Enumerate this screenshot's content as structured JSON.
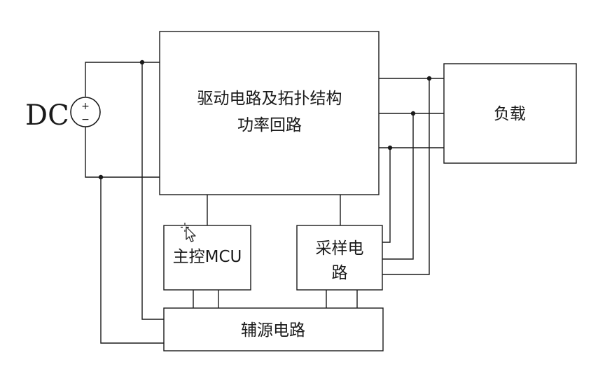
{
  "source": {
    "label": "DC",
    "plus": "+",
    "minus": "−"
  },
  "blocks": {
    "power_stage": {
      "line1": "驱动电路及拓扑结构",
      "line2": "功率回路"
    },
    "load": {
      "label": "负载"
    },
    "mcu": {
      "label": "主控MCU"
    },
    "sampling": {
      "line1": "采样电",
      "line2": "路"
    },
    "aux_power": {
      "label": "辅源电路"
    }
  }
}
